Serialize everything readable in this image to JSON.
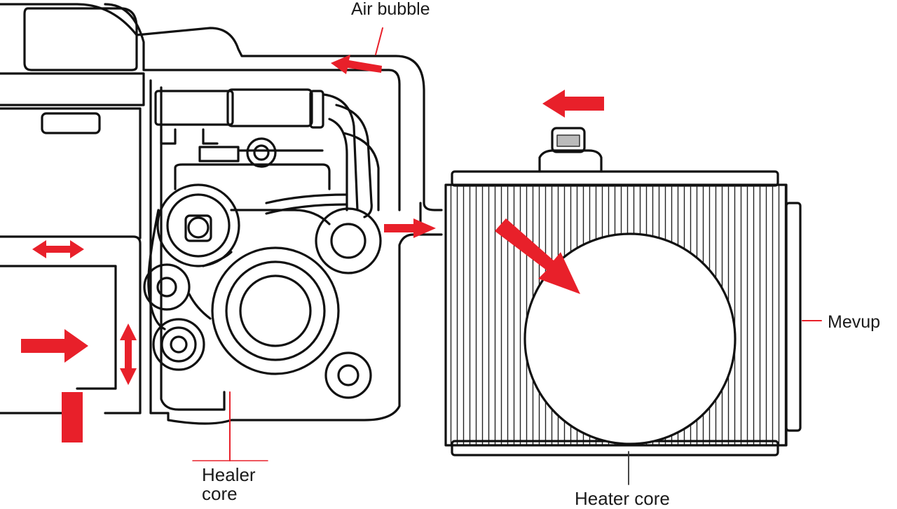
{
  "colors": {
    "line": "#111111",
    "accent": "#e8202a",
    "background": "#ffffff"
  },
  "labels": {
    "air_bubble": "Air bubble",
    "heater_core_left_line1": "Healer",
    "heater_core_left_line2": "core",
    "mevup": "Mevup",
    "heater_core_bottom": "Heater core"
  },
  "icons": [
    "flow-arrow",
    "double-headed-arrow",
    "radiator-cap",
    "pulley",
    "fan-shroud"
  ]
}
